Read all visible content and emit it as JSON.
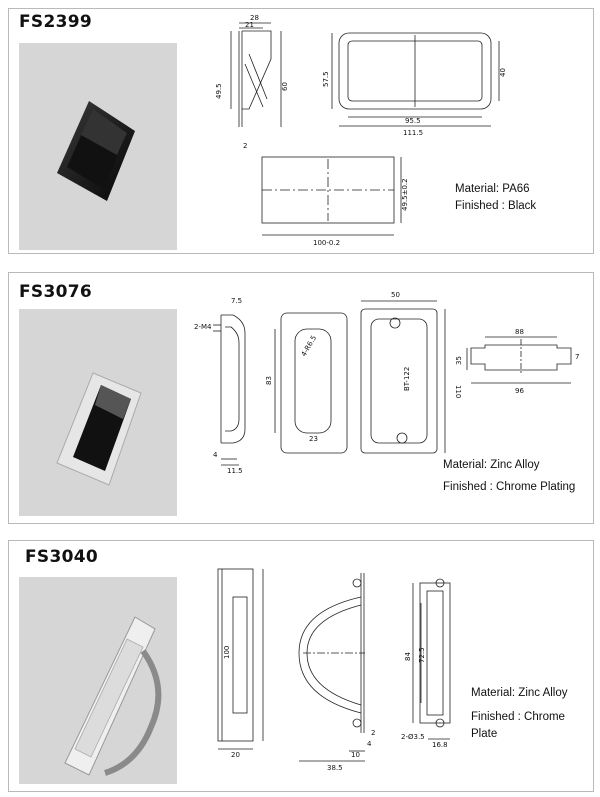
{
  "products": [
    {
      "code": "FS2399",
      "material": "Material: PA66",
      "finish": "Finished : Black",
      "dims": {
        "side_width_outer": "28",
        "side_width_inner": "21",
        "side_height_inner": "49.5",
        "side_height_outer": "60",
        "side_bottom": "2",
        "front_height_outer": "57.5",
        "front_height_inner": "40",
        "front_width_inner": "95.5",
        "front_width_outer": "111.5",
        "cutout_height": "49.5±0.2",
        "cutout_width": "100-0.2"
      }
    },
    {
      "code": "FS3076",
      "material": "Material: Zinc Alloy",
      "finish": "Finished : Chrome Plating",
      "dims": {
        "side_top": "7.5",
        "side_thread": "2-M4",
        "side_bottom_inner": "4",
        "side_bottom_outer": "11.5",
        "radius": "4-R6.5",
        "inner_height": "83",
        "inner_bottom": "23",
        "back_width": "50",
        "back_height": "110",
        "back_label": "BT-122",
        "top_width_inner": "88",
        "top_height": "35",
        "top_right": "7",
        "top_width_outer": "96"
      }
    },
    {
      "code": "FS3040",
      "material": "Material: Zinc Alloy",
      "finish": "Finished : Chrome Plate",
      "dims": {
        "front_height": "100",
        "front_width": "20",
        "side_small_1": "2",
        "side_small_2": "4",
        "side_small_3": "10",
        "side_depth": "38.5",
        "back_height_outer": "84",
        "back_height_inner": "72.5",
        "back_hole": "2-Ø3.5",
        "back_width": "16.8"
      }
    }
  ]
}
